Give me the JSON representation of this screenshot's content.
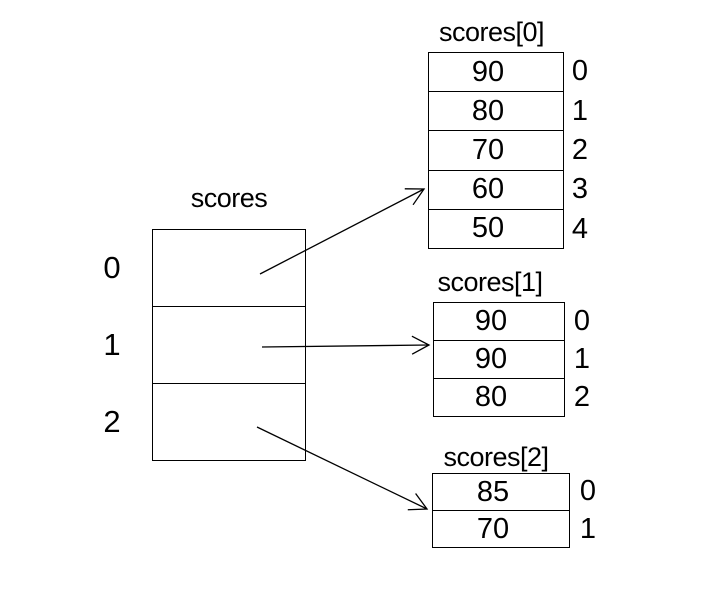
{
  "diagram": {
    "description": "Jagged array diagram: a pointer array named scores whose three elements reference score sub-arrays of different lengths",
    "background_color": "#ffffff",
    "line_color": "#000000",
    "text_color": "#000000",
    "main_array": {
      "title": "scores",
      "indices": [
        "0",
        "1",
        "2"
      ],
      "cell_count": 3
    },
    "sub_arrays": [
      {
        "title": "scores[0]",
        "values": [
          "90",
          "80",
          "70",
          "60",
          "50"
        ],
        "indices": [
          "0",
          "1",
          "2",
          "3",
          "4"
        ]
      },
      {
        "title": "scores[1]",
        "values": [
          "90",
          "90",
          "80"
        ],
        "indices": [
          "0",
          "1",
          "2"
        ]
      },
      {
        "title": "scores[2]",
        "values": [
          "85",
          "70"
        ],
        "indices": [
          "0",
          "1"
        ]
      }
    ],
    "arrows": [
      {
        "from": "scores cell 0",
        "to": "scores[0] left edge"
      },
      {
        "from": "scores cell 1",
        "to": "scores[1] left edge"
      },
      {
        "from": "scores cell 2",
        "to": "scores[2] left edge"
      }
    ]
  }
}
